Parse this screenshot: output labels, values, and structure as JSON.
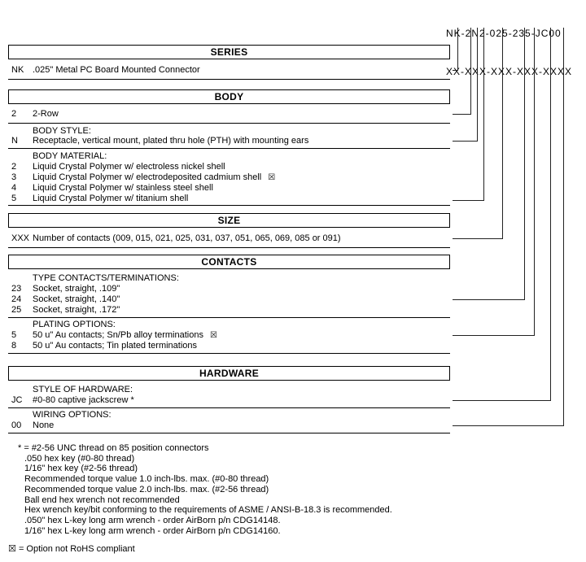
{
  "part_number": {
    "example": "NK-2N2-025-235-JC00",
    "mask": "XX-XXX-XXX-XXX-XXXX"
  },
  "flag": {
    "symbol": "☒",
    "legend_text": "= Option not RoHS compliant"
  },
  "sections": {
    "series": {
      "title": "SERIES",
      "row": {
        "code": "NK",
        "desc": ".025\" Metal PC Board Mounted Connector"
      }
    },
    "body": {
      "title": "BODY",
      "row": {
        "code": "2",
        "desc": "2-Row"
      },
      "style": {
        "label": "BODY STYLE:",
        "row": {
          "code": "N",
          "desc": "Receptacle, vertical mount, plated thru hole (PTH) with mounting ears"
        }
      },
      "material": {
        "label": "BODY MATERIAL:",
        "rows": [
          {
            "code": "2",
            "desc": "Liquid Crystal Polymer w/ electroless nickel shell"
          },
          {
            "code": "3",
            "desc": "Liquid Crystal Polymer w/ electrodeposited cadmium shell"
          },
          {
            "code": "4",
            "desc": "Liquid Crystal Polymer w/ stainless steel shell"
          },
          {
            "code": "5",
            "desc": "Liquid Crystal Polymer w/ titanium shell"
          }
        ]
      }
    },
    "size": {
      "title": "SIZE",
      "row": {
        "code": "XXX",
        "desc": "Number of contacts (009, 015, 021, 025, 031, 037, 051, 065, 069, 085 or 091)"
      }
    },
    "contacts": {
      "title": "CONTACTS",
      "type": {
        "label": "TYPE CONTACTS/TERMINATIONS:",
        "rows": [
          {
            "code": "23",
            "desc": "Socket, straight, .109\""
          },
          {
            "code": "24",
            "desc": "Socket, straight, .140\""
          },
          {
            "code": "25",
            "desc": "Socket, straight, .172\""
          }
        ]
      },
      "plating": {
        "label": "PLATING OPTIONS:",
        "rows": [
          {
            "code": "5",
            "desc": "50 u\" Au contacts; Sn/Pb alloy terminations"
          },
          {
            "code": "8",
            "desc": "50 u\" Au contacts; Tin plated terminations"
          }
        ]
      }
    },
    "hardware": {
      "title": "HARDWARE",
      "style": {
        "label": "STYLE OF HARDWARE:",
        "row": {
          "code": "JC",
          "desc": "#0-80 captive jackscrew *"
        }
      },
      "wiring": {
        "label": "WIRING OPTIONS:",
        "row": {
          "code": "00",
          "desc": "None"
        }
      }
    }
  },
  "footnotes": [
    "* = #2-56 UNC thread on 85 position connectors",
    ".050 hex key (#0-80 thread)",
    "1/16\" hex key (#2-56 thread)",
    "Recommended torque value 1.0 inch-lbs. max. (#0-80 thread)",
    "Recommended torque value 2.0 inch-lbs. max. (#2-56 thread)",
    "Ball end hex wrench not recommended",
    "Hex wrench key/bit conforming to the requirements of ASME / ANSI-B-18.3 is recommended.",
    ".050\" hex L-key long arm wrench - order AirBorn p/n CDG14148.",
    "1/16\" hex L-key long arm wrench - order AirBorn p/n CDG14160."
  ]
}
